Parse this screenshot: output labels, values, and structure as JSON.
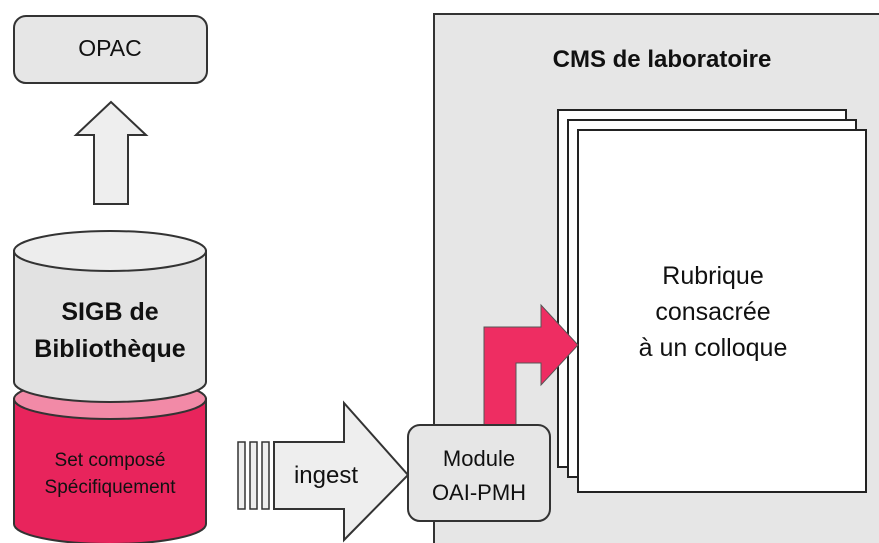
{
  "opac": {
    "label": "OPAC"
  },
  "sigb": {
    "line1": "SIGB de",
    "line2": "Bibliothèque"
  },
  "set": {
    "line1": "Set composé",
    "line2": "Spécifiquement"
  },
  "ingest": {
    "label": "ingest"
  },
  "module": {
    "line1": "Module",
    "line2": "OAI-PMH"
  },
  "cms": {
    "title": "CMS de laboratoire"
  },
  "rubrique": {
    "line1": "Rubrique",
    "line2": "consacrée",
    "line3": "à un colloque"
  },
  "colors": {
    "box_fill": "#e6e6e6",
    "cylinder_fill": "#e2e2e2",
    "set_fill": "#e8245c",
    "set_band": "#f28aa7",
    "pink_arrow": "#ee2d62",
    "stroke": "#333333"
  }
}
